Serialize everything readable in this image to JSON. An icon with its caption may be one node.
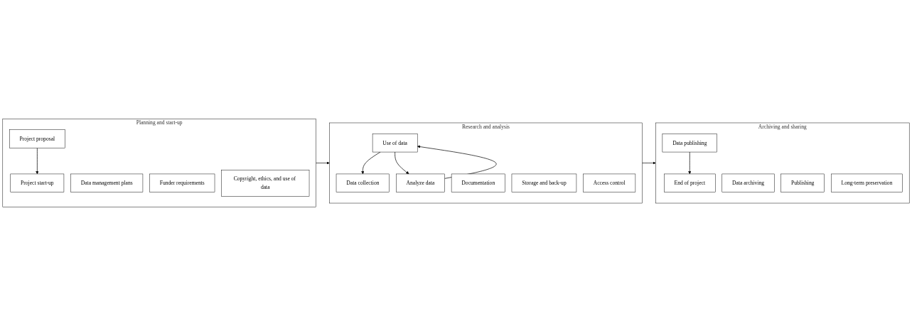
{
  "diagram": {
    "nodes": [
      {
        "text": [
          "Planning and start-up"
        ]
      },
      {
        "text": [
          "Project proposal"
        ],
        "in": 0
      },
      {
        "text": [
          "Project start-up"
        ],
        "in": 0
      },
      {
        "text": [
          "Data management plans"
        ],
        "in": 0
      },
      {
        "text": [
          "Funder requirements"
        ],
        "in": 0
      },
      {
        "text": [
          "Copyright, ethics, and use of data"
        ],
        "in": 0
      },
      {
        "text": [
          "Research and analysis"
        ]
      },
      {
        "text": [
          "Data collection"
        ],
        "in": 6
      },
      {
        "text": [
          "Use of data"
        ],
        "in": 6
      },
      {
        "text": [
          "Analyze data"
        ],
        "in": 6
      },
      {
        "text": [
          "Documentation"
        ],
        "in": 6
      },
      {
        "text": [
          "Storage and back-up"
        ],
        "in": 6
      },
      {
        "text": [
          "Access control"
        ],
        "in": 6
      },
      {
        "text": [
          "Archiving and sharing"
        ]
      },
      {
        "text": [
          "Data publishing"
        ],
        "in": 13
      },
      {
        "text": [
          "End of project"
        ],
        "in": 13
      },
      {
        "text": [
          "Data archiving"
        ],
        "in": 13
      },
      {
        "text": [
          "Publishing"
        ],
        "in": 13
      },
      {
        "text": [
          "Long-term preservation"
        ],
        "in": 13
      }
    ],
    "edges": [
      {
        "from": 1,
        "to": 2,
        "arrow": "to"
      },
      {
        "from": 8,
        "to": 7,
        "arrow": "to"
      },
      {
        "from": 8,
        "to": 9,
        "arrow": "to"
      },
      {
        "from": 9,
        "to": 8,
        "arrow": "to"
      },
      {
        "from": 0,
        "to": 6,
        "arrow": "to"
      },
      {
        "from": 6,
        "to": 13,
        "arrow": "to"
      },
      {
        "from": 14,
        "to": 15,
        "arrow": "to"
      }
    ]
  }
}
